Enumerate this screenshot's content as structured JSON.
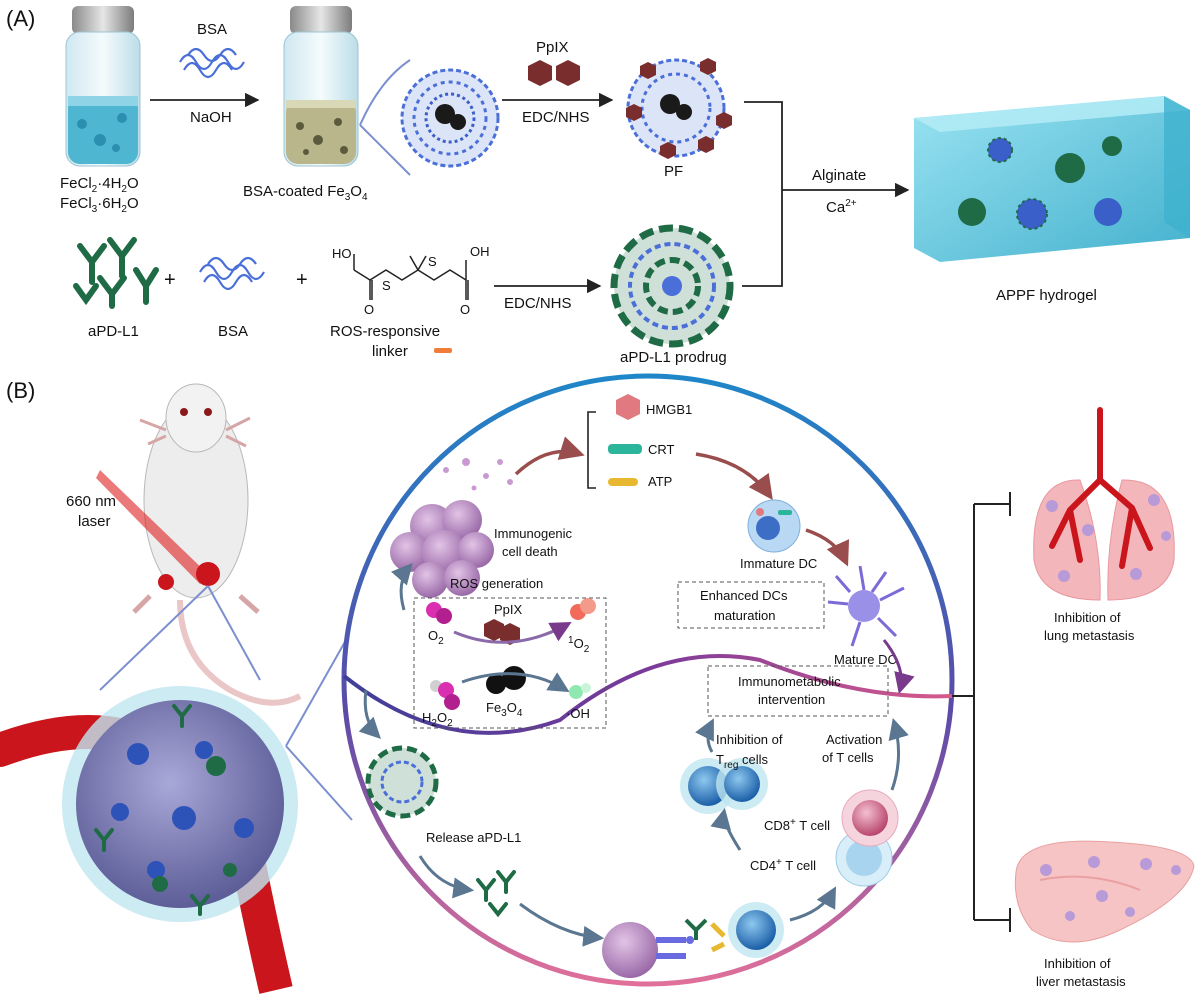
{
  "panel_a": {
    "tag": "(A)",
    "reagents": {
      "bsa_top": "BSA",
      "naoh": "NaOH",
      "fecl2": "FeCl",
      "fecl2_sub": "2",
      "fecl2_rest": "·4H",
      "fecl2_h": "2",
      "fecl2_o": "O",
      "fecl3": "FeCl",
      "fecl3_sub": "3",
      "fecl3_rest": "·6H",
      "fecl3_h": "2",
      "fecl3_o": "O"
    },
    "bsa_fe3o4": {
      "main": "BSA-coated Fe",
      "sub": "3",
      "o": "O",
      "sub2": "4"
    },
    "ppix": "PpIX",
    "edc_nhs_1": "EDC/NHS",
    "pf": "PF",
    "alginate": "Alginate",
    "ca": "Ca",
    "ca_sup": "2+",
    "hydrogel": "APPF hydrogel",
    "apdl1": "aPD-L1",
    "plus": "+",
    "bsa_bottom": "BSA",
    "ros_linker_1": "ROS-responsive",
    "ros_linker_2": "linker",
    "edc_nhs_2": "EDC/NHS",
    "prodrug": "aPD-L1 prodrug",
    "ho": "HO",
    "oh": "OH",
    "o": "O",
    "s": "S"
  },
  "panel_b": {
    "tag": "(B)",
    "laser_1": "660 nm",
    "laser_2": "laser",
    "hmgb1": "HMGB1",
    "crt": "CRT",
    "atp": "ATP",
    "icd_1": "Immunogenic",
    "icd_2": "cell death",
    "immature_dc": "Immature DC",
    "ros_gen": "ROS generation",
    "enhanced_1": "Enhanced DCs",
    "enhanced_2": "maturation",
    "mature_dc": "Mature DC",
    "o2": "O",
    "o2_sub": "2",
    "ppix": "PpIX",
    "singlet_sup": "1",
    "singlet": "O",
    "singlet_sub": "2",
    "h2o2": "H",
    "h2o2_sub1": "2",
    "h2o2_o": "O",
    "h2o2_sub2": "2",
    "fe3o4": "Fe",
    "fe3o4_sub1": "3",
    "fe3o4_o": "O",
    "fe3o4_sub2": "4",
    "oh_rad": "·OH",
    "imi_1": "Immunometabolic",
    "imi_2": "intervention",
    "treg_1": "Inhibition of",
    "treg_2": "T",
    "treg_sub": "reg",
    "treg_3": " cells",
    "tact_1": "Activation",
    "tact_2": "of T cells",
    "cd8": "CD8",
    "cd8_sup": "+",
    "cd8_rest": " T cell",
    "cd4": "CD4",
    "cd4_sup": "+",
    "cd4_rest": " T cell",
    "release": "Release aPD-L1",
    "lung_1": "Inhibition of",
    "lung_2": "lung metastasis",
    "liver_1": "Inhibition of",
    "liver_2": "liver metastasis"
  },
  "colors": {
    "water": "#6cc6dc",
    "bsa": "#4a6fd8",
    "antibody": "#1f6b45",
    "ppix": "#7a2d2d",
    "magenta": "#d92fb0",
    "tumor": "#7f7fb8",
    "vessel": "#c9151b",
    "lung": "#e98d93",
    "liver": "#f3b5b5",
    "metastasis": "#b89ad8",
    "arrow_brown": "#9a4d4d",
    "arrow_slate": "#5a7690",
    "circle_blue": "#1f7fc2",
    "circle_pink": "#d65a86",
    "linker": "#f07d3a"
  }
}
